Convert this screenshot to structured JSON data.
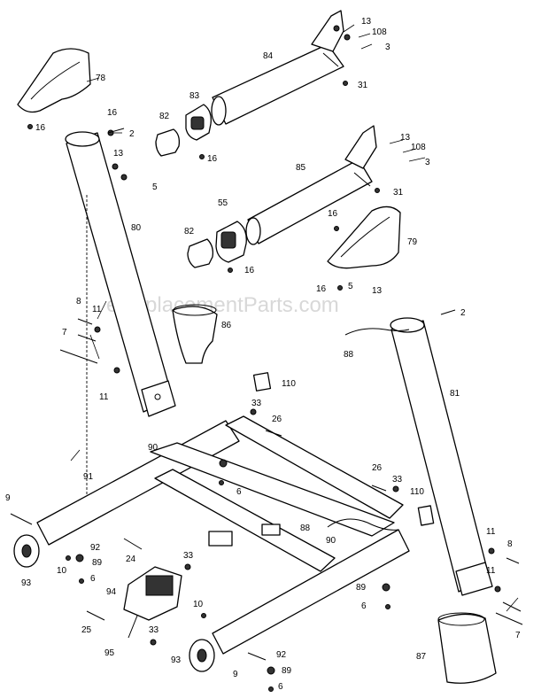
{
  "watermark": "eReplacementParts.com",
  "callouts": {
    "c13a": "13",
    "c108a": "108",
    "c3a": "3",
    "c84": "84",
    "c31a": "31",
    "c78": "78",
    "c16a": "16",
    "c16b": "16",
    "c2a": "2",
    "c83": "83",
    "c82a": "82",
    "c16c": "16",
    "c13b": "13",
    "c5a": "5",
    "c80": "80",
    "c13c": "13",
    "c108b": "108",
    "c3b": "3",
    "c85": "85",
    "c31b": "31",
    "c55": "55",
    "c16d": "16",
    "c82b": "82",
    "c16e": "16",
    "c79": "79",
    "c16f": "16",
    "c5b": "5",
    "c13d": "13",
    "c2b": "2",
    "c8a": "8",
    "c11a": "11",
    "c86": "86",
    "c7a": "7",
    "c11b": "11",
    "c88a": "88",
    "c81": "81",
    "c110a": "110",
    "c33a": "33",
    "c26a": "26",
    "c90a": "90",
    "c6a": "6",
    "c91": "91",
    "c9a": "9",
    "c93a": "93",
    "c10a": "10",
    "c92a": "92",
    "c89a": "89",
    "c6b": "6",
    "c24": "24",
    "c33b": "33",
    "c94": "94",
    "c26b": "26",
    "c33c": "33",
    "c110b": "110",
    "c88b": "88",
    "c90b": "90",
    "c11c": "11",
    "c8b": "8",
    "c11d": "11",
    "c7b": "7",
    "c89b": "89",
    "c6c": "6",
    "c10b": "10",
    "c25": "25",
    "c95": "95",
    "c33d": "33",
    "c93b": "93",
    "c9b": "9",
    "c92b": "92",
    "c89c": "89",
    "c6d": "6",
    "c87": "87"
  }
}
